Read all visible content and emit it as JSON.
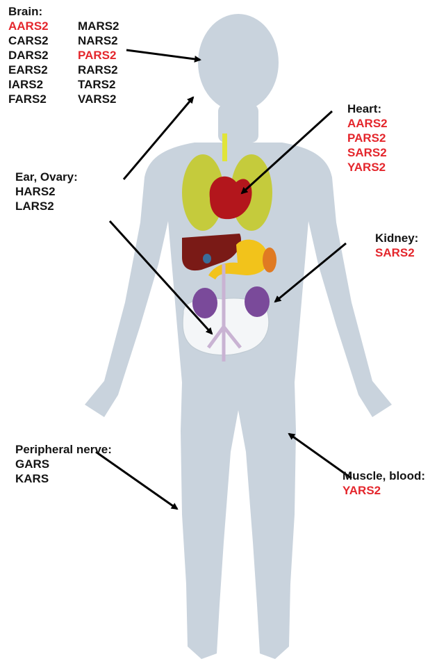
{
  "colors": {
    "silhouette": "#c9d3dd",
    "highlight_text": "#e4262c",
    "normal_text": "#141414",
    "arrow": "#000000",
    "lungs": "#c5cb3c",
    "heart": "#b3161c",
    "liver": "#7a1a16",
    "stomach": "#f2c31b",
    "kidney": "#7a4a9a",
    "intestine": "#f4f6f8"
  },
  "brain": {
    "title": "Brain:",
    "genes": [
      {
        "name": "AARS2",
        "highlight": true
      },
      {
        "name": "MARS2",
        "highlight": false
      },
      {
        "name": "CARS2",
        "highlight": false
      },
      {
        "name": "NARS2",
        "highlight": false
      },
      {
        "name": "DARS2",
        "highlight": false
      },
      {
        "name": "PARS2",
        "highlight": true
      },
      {
        "name": "EARS2",
        "highlight": false
      },
      {
        "name": "RARS2",
        "highlight": false
      },
      {
        "name": "IARS2",
        "highlight": false
      },
      {
        "name": "TARS2",
        "highlight": false
      },
      {
        "name": "FARS2",
        "highlight": false
      },
      {
        "name": "VARS2",
        "highlight": false
      }
    ]
  },
  "heart": {
    "title": "Heart:",
    "genes": [
      "AARS2",
      "PARS2",
      "SARS2",
      "YARS2"
    ]
  },
  "ear_ovary": {
    "title": "Ear, Ovary:",
    "genes": [
      "HARS2",
      "LARS2"
    ]
  },
  "kidney": {
    "title": "Kidney:",
    "genes": [
      "SARS2"
    ]
  },
  "peripheral_nerve": {
    "title": "Peripheral nerve:",
    "genes": [
      "GARS",
      "KARS"
    ]
  },
  "muscle_blood": {
    "title": "Muscle, blood:",
    "genes": [
      "YARS2"
    ]
  }
}
